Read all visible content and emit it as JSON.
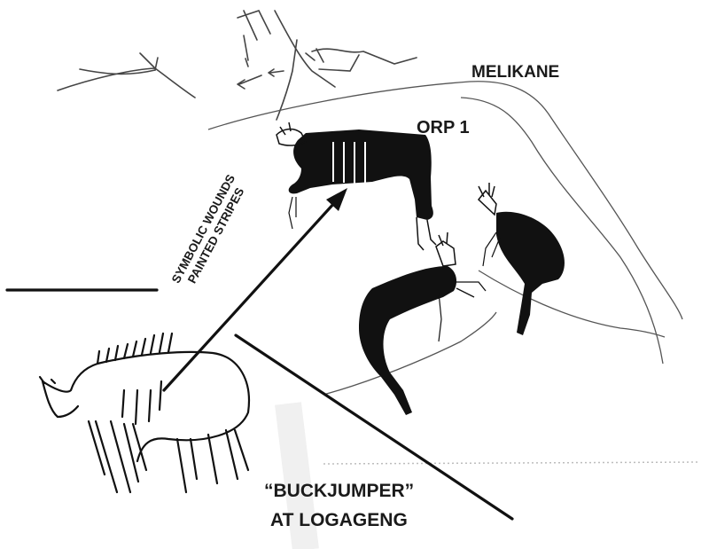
{
  "labels": {
    "site_name": "MELIKANE",
    "figure_id": "ORP 1",
    "annotation_line1": "SYMBOLIC WOUNDS",
    "annotation_line2": "PAINTED STRIPES",
    "comparison_line1": "“BUCKJUMPER”",
    "comparison_line2": "AT LOGAGENG"
  },
  "colors": {
    "ink": "#111111",
    "line": "#555555",
    "background": "#ffffff"
  }
}
